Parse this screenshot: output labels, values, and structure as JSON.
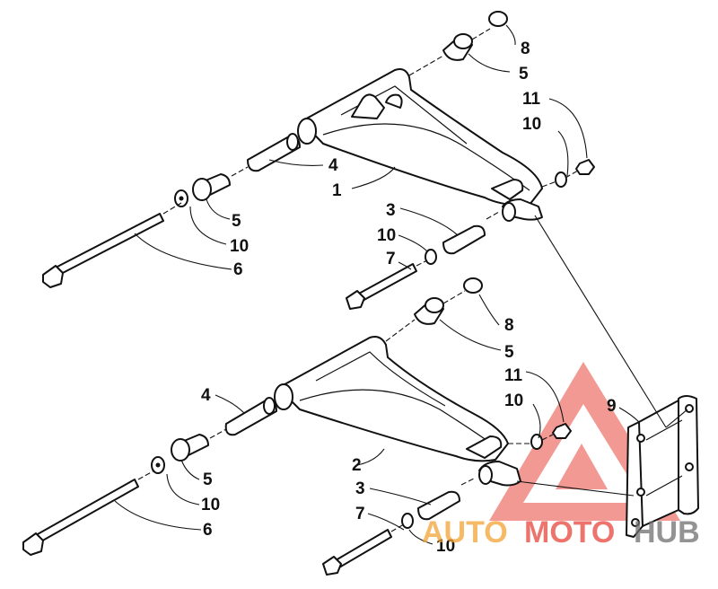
{
  "callouts": {
    "c8a": "8",
    "c5a": "5",
    "c11a": "11",
    "c10a": "10",
    "c4a": "4",
    "c1": "1",
    "c5b": "5",
    "c10b": "10",
    "c6a": "6",
    "c3a": "3",
    "c10c": "10",
    "c7a": "7",
    "c8b": "8",
    "c5c": "5",
    "c11b": "11",
    "c10d": "10",
    "c9": "9",
    "c4b": "4",
    "c2": "2",
    "c5d": "5",
    "c10e": "10",
    "c6b": "6",
    "c3b": "3",
    "c7b": "7",
    "c10f": "10"
  },
  "watermark": {
    "auto": "AUTO",
    "moto": "MOTO",
    "hub": "HUB",
    "color_red": "#e8463c",
    "color_orange": "#f4a233",
    "color_gray": "#6f6f6f"
  }
}
